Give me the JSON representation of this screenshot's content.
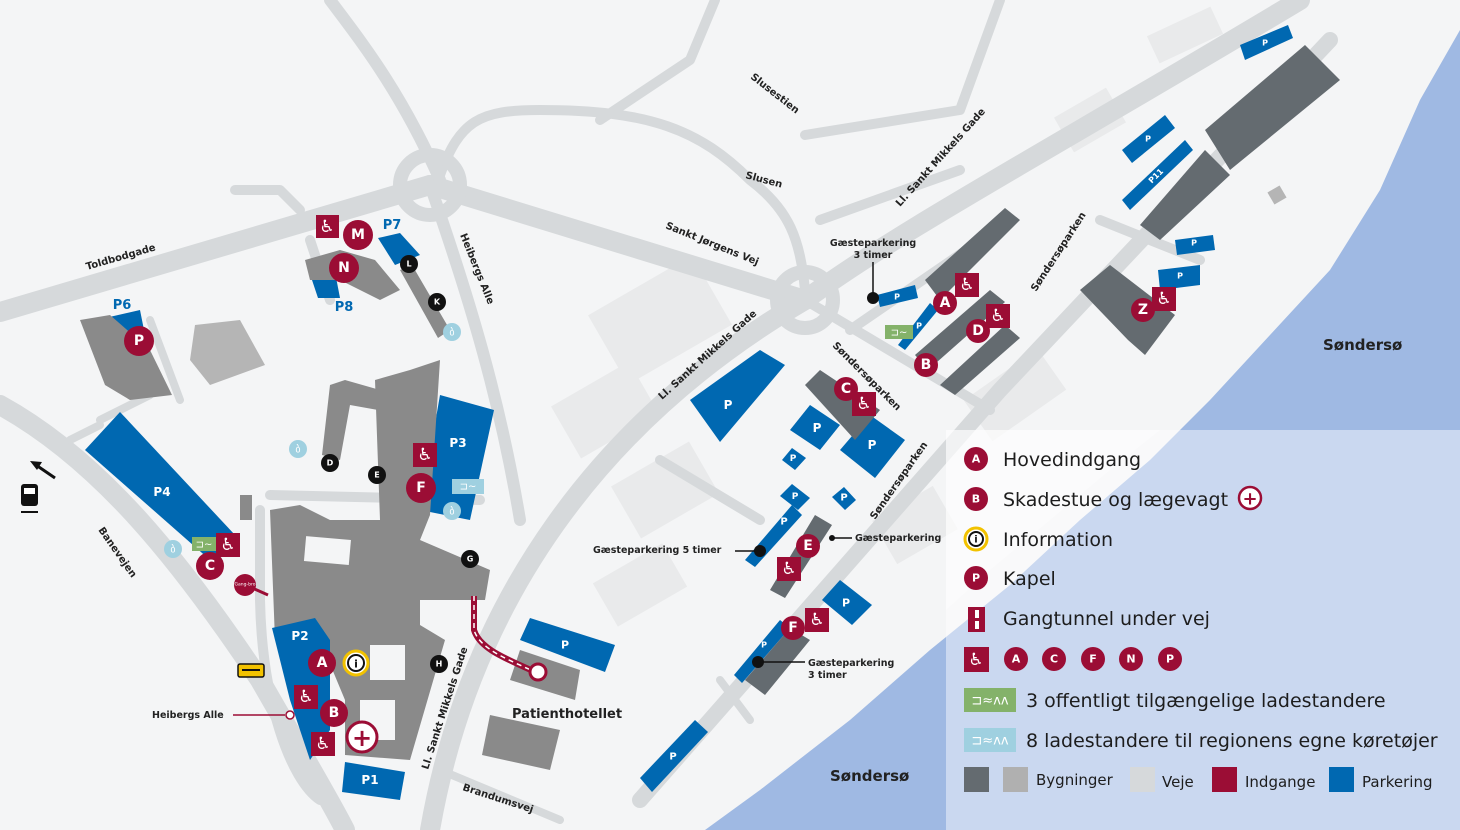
{
  "colors": {
    "background": "#f4f5f6",
    "road": "#d6d9db",
    "building_dark": "#646b70",
    "building_medium": "#8a8a8a",
    "building_light": "#b5b5b5",
    "parking": "#0068b1",
    "entrance": "#9b0d35",
    "water": "#9fb9e3",
    "water_light": "#c7d5ee",
    "charger_public": "#84b26a",
    "charger_region": "#9fd0e0",
    "info_ring": "#f2c200"
  },
  "streets": {
    "toldbodgade": "Toldbodgade",
    "heibergs_alle": "Heibergs Alle",
    "sankt_jorgens_vej": "Sankt Jørgens Vej",
    "slusestien": "Slusestien",
    "slusen": "Slusen",
    "ll_sankt_mikkels_gade": "Ll. Sankt Mikkels Gade",
    "sondersoparken": "Søndersøparken",
    "baneveje": "Banevejen",
    "brandumsvej": "Brandumsvej"
  },
  "lakes": {
    "north": "Søndersø",
    "south": "Søndersø"
  },
  "places": {
    "patienthotellet": "Patienthotellet",
    "heibergs_alle_stop": "Heibergs Alle",
    "guest_3h_top": [
      "Gæsteparkering",
      "3 timer"
    ],
    "guest_5h": "Gæsteparkering 5 timer",
    "guest": "Gæsteparkering",
    "guest_3h_bottom": [
      "Gæsteparkering",
      "3 timer"
    ],
    "gangbro": "Gang-bro"
  },
  "parking": {
    "p1": "P1",
    "p2": "P2",
    "p3": "P3",
    "p4": "P4",
    "p6": "P6",
    "p7": "P7",
    "p8": "P8",
    "p11": "P11",
    "p": "P"
  },
  "entrances": {
    "a": "A",
    "b": "B",
    "c": "C",
    "d": "D",
    "e": "E",
    "f": "F",
    "m": "M",
    "n": "N",
    "p": "P",
    "z": "Z"
  },
  "building_codes": {
    "d": "D",
    "e": "E",
    "g": "G",
    "h": "H",
    "k": "K",
    "l": "L"
  },
  "icons": {
    "wheelchair": "♿",
    "bicycle": "bicycle-icon",
    "train": "train-icon",
    "bus": "bus-icon",
    "first_aid": "+",
    "info": "i",
    "charger": "charger-icon"
  },
  "legend": {
    "main_entrance": {
      "symbol": "A",
      "label": "Hovedindgang"
    },
    "emergency": {
      "symbol": "B",
      "label": "Skadestue og lægevagt"
    },
    "information": {
      "symbol": "i",
      "label": "Information"
    },
    "chapel": {
      "symbol": "P",
      "label": "Kapel"
    },
    "tunnel": {
      "label": "Gangtunnel under vej"
    },
    "accessible": [
      "A",
      "C",
      "F",
      "N",
      "P"
    ],
    "charger_public": {
      "label": "3 offentligt tilgængelige ladestandere"
    },
    "charger_region": {
      "label": "8 ladestandere til regionens egne køretøjer"
    },
    "buildings": "Bygninger",
    "roads": "Veje",
    "entrances": "Indgange",
    "parking": "Parkering"
  }
}
